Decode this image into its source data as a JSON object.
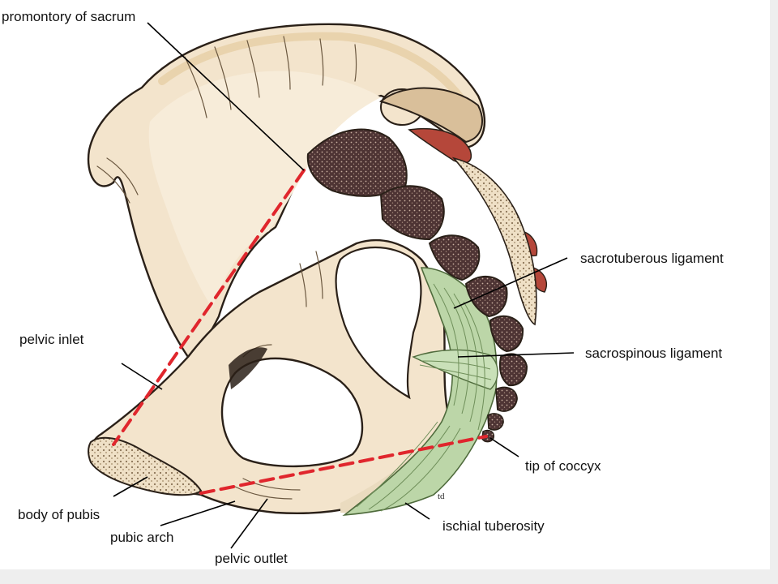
{
  "labels": {
    "promontory": "promontory of sacrum",
    "sacrotuberous": "sacrotuberous ligament",
    "sacrospinous": "sacrospinous ligament",
    "pelvic_inlet": "pelvic inlet",
    "tip_coccyx": "tip of coccyx",
    "body_pubis": "body of pubis",
    "pubic_arch": "pubic arch",
    "ischial_tuberosity": "ischial tuberosity",
    "pelvic_outlet": "pelvic outlet",
    "signature": "td"
  },
  "colors": {
    "bone": "#f3e4cc",
    "bone_shade": "#d9bf9a",
    "bone_dark": "#c9a877",
    "cut_surface": "#5a3a3a",
    "ligament": "#bcd6a8",
    "ligament_line": "#6f8f5a",
    "red_tissue": "#b5473a",
    "dashed_line": "#e0262d"
  }
}
